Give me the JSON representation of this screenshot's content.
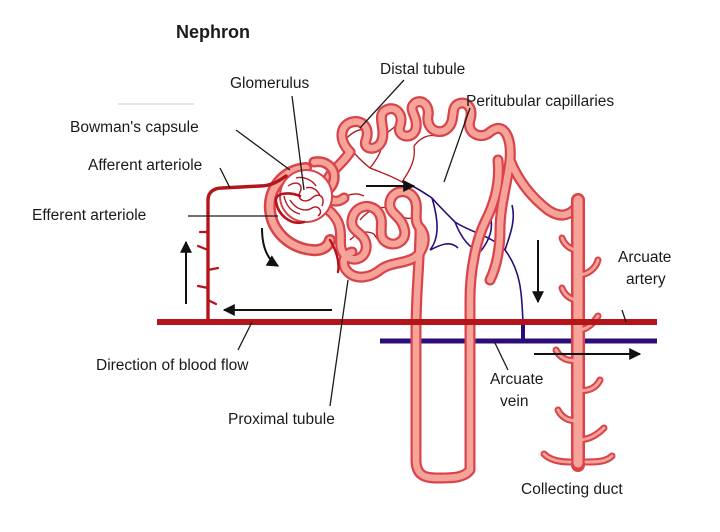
{
  "title": "Nephron",
  "labels": {
    "glomerulus": "Glomerulus",
    "distal_tubule": "Distal tubule",
    "peritubular_capillaries": "Peritubular capillaries",
    "bowmans_capsule": "Bowman's capsule",
    "afferent_arteriole": "Afferent arteriole",
    "efferent_arteriole": "Efferent arteriole",
    "arcuate_artery_line1": "Arcuate",
    "arcuate_artery_line2": "artery",
    "direction_of_blood_flow": "Direction of blood flow",
    "arcuate_vein_line1": "Arcuate",
    "arcuate_vein_line2": "vein",
    "proximal_tubule": "Proximal tubule",
    "collecting_duct": "Collecting duct"
  },
  "colors": {
    "artery": "#b5141b",
    "vein": "#2b0c7a",
    "tubule_outline": "#d8444a",
    "tubule_fill": "#f6a39a"
  }
}
